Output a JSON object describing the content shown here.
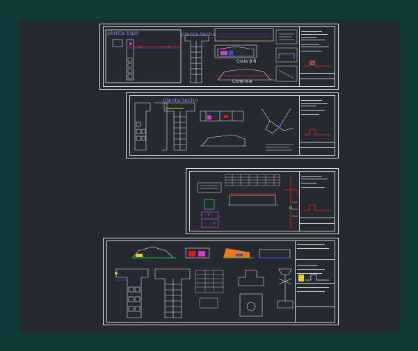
{
  "colors": {
    "background": "#0e3a38",
    "modelspace": "#252930",
    "linework": "#e8e8e8",
    "label": "#8a7ae6",
    "red": "#e01a1a",
    "blue": "#3a4de0",
    "green": "#1cb34a",
    "yellow": "#e6d21a",
    "orange": "#f07a10",
    "magenta": "#d43ad4"
  },
  "sheet1": {
    "labels": {
      "planta_bajo": "planta bajo",
      "planta_techo": "planta techo",
      "corte_bb": "Corte B-B",
      "corte_aa": "Corte A-A"
    }
  },
  "sheet2": {
    "labels": {
      "planta_techo": "planta techo"
    }
  },
  "icons": [
    "floor-plan-drawing",
    "section-drawing",
    "elevation-drawing",
    "site-plan-drawing",
    "title-block"
  ]
}
